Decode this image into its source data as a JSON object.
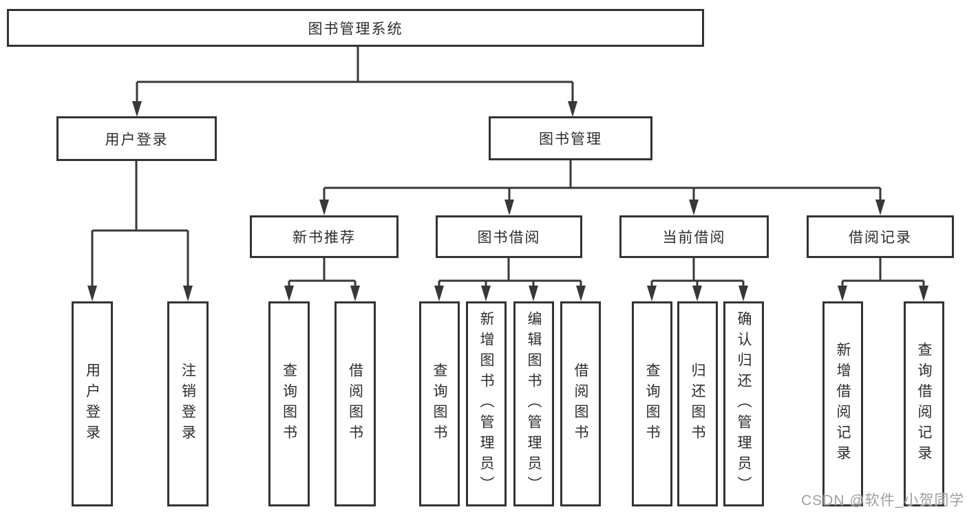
{
  "colors": {
    "line": "#383838",
    "box_border": "#333333",
    "text": "#2d2d2d",
    "background": "#ffffff",
    "watermark": "#9e9e9e"
  },
  "watermark": {
    "text": "CSDN @软件_小贺同学"
  },
  "tree": {
    "root": {
      "label": "图书管理系统"
    },
    "branches": [
      {
        "label": "用户登录",
        "children": [
          {
            "label": "用户登录"
          },
          {
            "label": "注销登录"
          }
        ]
      },
      {
        "label": "图书管理",
        "sections": [
          {
            "label": "新书推荐",
            "children": [
              {
                "label": "查询图书"
              },
              {
                "label": "借阅图书"
              }
            ]
          },
          {
            "label": "图书借阅",
            "children": [
              {
                "label": "查询图书"
              },
              {
                "label": "新增图书（管理员）"
              },
              {
                "label": "编辑图书（管理员）"
              },
              {
                "label": "借阅图书"
              }
            ]
          },
          {
            "label": "当前借阅",
            "children": [
              {
                "label": "查询图书"
              },
              {
                "label": "归还图书"
              },
              {
                "label": "确认归还（管理员）"
              }
            ]
          },
          {
            "label": "借阅记录",
            "children": [
              {
                "label": "新增借阅记录"
              },
              {
                "label": "查询借阅记录"
              }
            ]
          }
        ]
      }
    ]
  }
}
